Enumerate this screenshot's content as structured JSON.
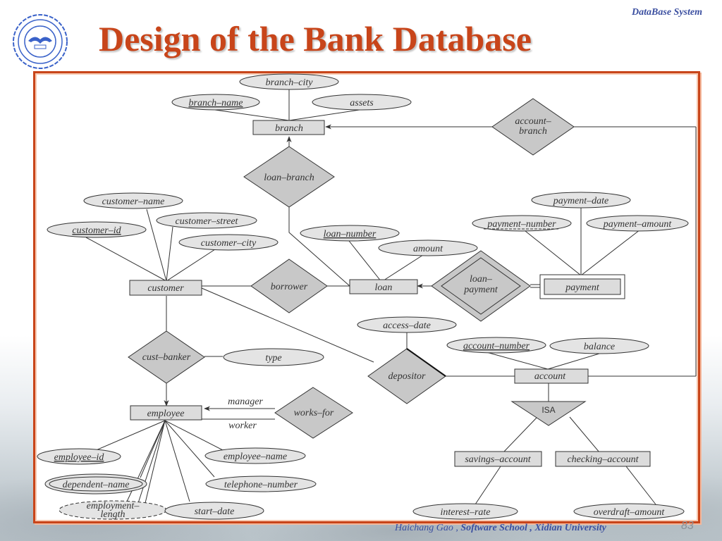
{
  "header": {
    "course_tag": "DataBase System",
    "title": "Design of the Bank Database",
    "logo": "xidian-university-seal-icon"
  },
  "footer": {
    "author": "Haichang Gao ,",
    "school": "Software School , Xidian University",
    "page_number": "83"
  },
  "diagram": {
    "entities": {
      "branch": "branch",
      "customer": "customer",
      "loan": "loan",
      "payment": "payment",
      "employee": "employee",
      "account": "account",
      "savings_account": "savings–account",
      "checking_account": "checking–account"
    },
    "relationships": {
      "account_branch_1": "account–",
      "account_branch_2": "branch",
      "loan_branch": "loan–branch",
      "borrower": "borrower",
      "loan_payment_1": "loan–",
      "loan_payment_2": "payment",
      "cust_banker": "cust–banker",
      "works_for": "works–for",
      "depositor": "depositor",
      "isa": "ISA"
    },
    "role_labels": {
      "manager": "manager",
      "worker": "worker"
    },
    "attributes": {
      "branch_city": "branch–city",
      "branch_name": "branch–name",
      "assets": "assets",
      "customer_name": "customer–name",
      "customer_street": "customer–street",
      "customer_id": "customer–id",
      "customer_city": "customer–city",
      "loan_number": "loan–number",
      "amount": "amount",
      "payment_date": "payment–date",
      "payment_number": "payment–number",
      "payment_amount": "payment–amount",
      "access_date": "access–date",
      "account_number": "account–number",
      "balance": "balance",
      "type": "type",
      "employee_id": "employee–id",
      "employee_name": "employee–name",
      "dependent_name": "dependent–name",
      "telephone_number": "telephone–number",
      "employment_length_1": "employment–",
      "employment_length_2": "length",
      "start_date": "start–date",
      "interest_rate": "interest–rate",
      "overdraft_amount": "overdraft–amount"
    }
  }
}
